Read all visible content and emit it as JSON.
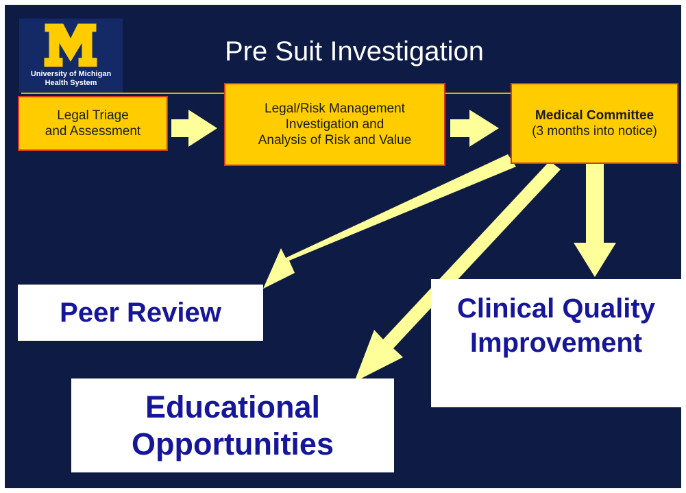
{
  "logo": {
    "letter": "M",
    "line1": "University of Michigan",
    "line2": "Health System",
    "colors": {
      "maize": "#ffcc00",
      "blue": "#142a67"
    }
  },
  "title": "Pre Suit Investigation",
  "process": {
    "triage": [
      "Legal Triage",
      "and Assessment"
    ],
    "legal": [
      "Legal/Risk Management",
      "Investigation and",
      "Analysis of Risk and Value"
    ],
    "committee": {
      "bold": "Medical Committee",
      "note": "(3 months into notice)"
    }
  },
  "outcomes": {
    "peer_review": [
      "Peer Review"
    ],
    "educational": [
      "Educational",
      "Opportunities"
    ],
    "clinical": [
      "Clinical Quality",
      "Improvement"
    ]
  },
  "colors": {
    "background": "#0d1b45",
    "box_fill": "#ffcc00",
    "box_border": "#d83a1e",
    "arrow": "#ffff99",
    "outcome_text": "#16169a"
  }
}
